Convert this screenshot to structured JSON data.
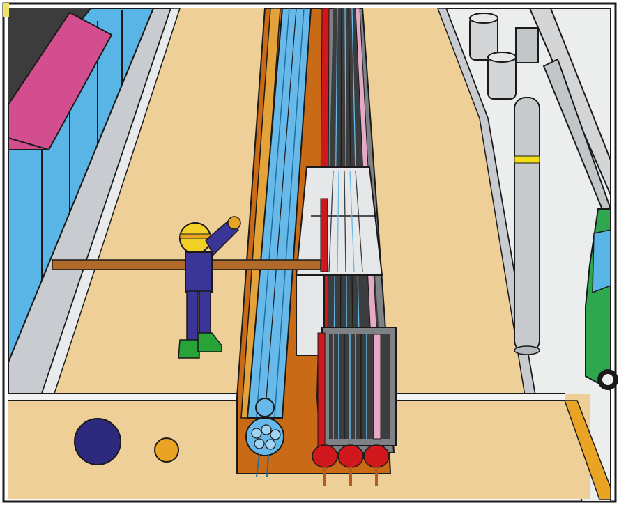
{
  "scene": {
    "kind": "utility-trench-cross-section",
    "elements": [
      "sidewalk-left",
      "building-facade",
      "pink-awning",
      "road-surface",
      "trench-channel",
      "blue-conduit-pipes",
      "cable-trough",
      "pink-cable",
      "red-cable-bundles",
      "worker",
      "horizontal-pipe",
      "utility-pole",
      "overhead-pipes",
      "street-lamps",
      "green-vehicle",
      "navy-ball",
      "orange-ball"
    ]
  },
  "colors": {
    "frame": "#1a1a1a",
    "border_outer": "#f1e36a",
    "road": "#efcf98",
    "sidewalk": "#c8ccd0",
    "curb": "#e8eaec",
    "building_glass": "#59b5e6",
    "awning": "#d34e8e",
    "dark_wall": "#3c3c3c",
    "trench_brown": "#c86a16",
    "pipe_blue": "#66b9e8",
    "pipe_blue_dark": "#1d6ea1",
    "gold_pipe": "#e3a23a",
    "red_cable": "#d0171b",
    "pink_cable": "#e5a9c8",
    "trough_grey": "#7f8284",
    "concrete": "#e6e7e8",
    "worker_body": "#3a3596",
    "worker_helmet": "#f2d025",
    "worker_boots": "#27a338",
    "pole": "#c8cbcd",
    "pole_band": "#f1de19",
    "vehicle": "#2ea84e",
    "ball_navy": "#2d2a7d",
    "ball_orange": "#e9a423",
    "horizontal_pipe": "#b06a2a"
  }
}
